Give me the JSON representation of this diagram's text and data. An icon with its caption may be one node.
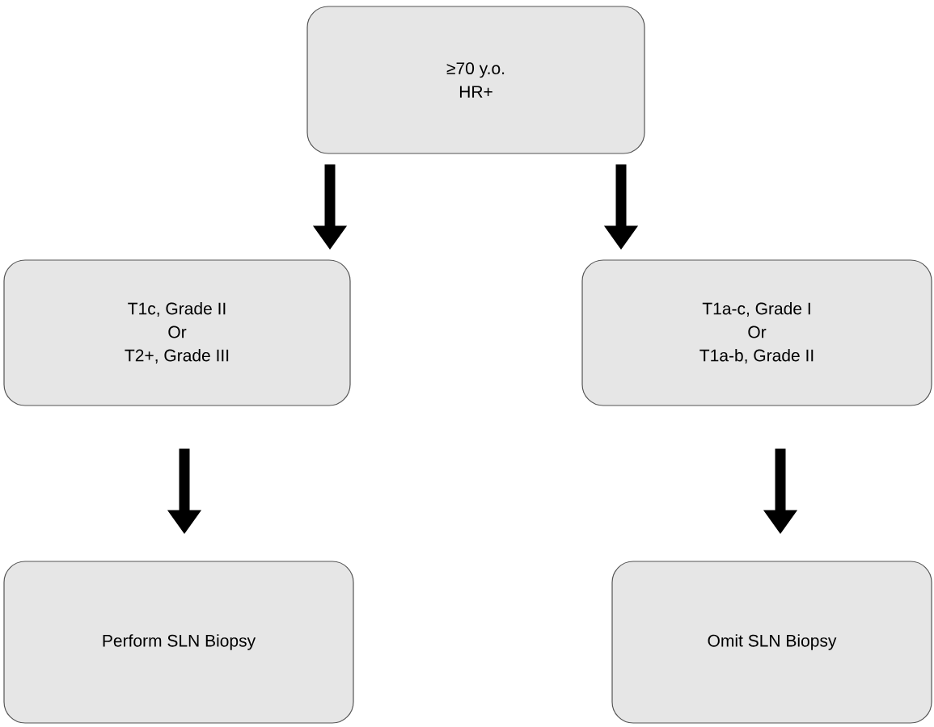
{
  "diagram": {
    "nodes": [
      {
        "text": [
          "≥70 y.o.",
          "HR+"
        ]
      },
      {
        "text": [
          "T1c, Grade II",
          "Or",
          "T2+, Grade III"
        ]
      },
      {
        "text": [
          "T1a-c, Grade I",
          "Or",
          "T1a-b, Grade II"
        ]
      },
      {
        "text": [
          "Perform SLN Biopsy"
        ]
      },
      {
        "text": [
          "Omit SLN Biopsy"
        ]
      }
    ],
    "edges": [
      {
        "from": 0,
        "to": 1,
        "arrow": "to"
      },
      {
        "from": 0,
        "to": 2,
        "arrow": "to"
      },
      {
        "from": 1,
        "to": 3,
        "arrow": "to"
      },
      {
        "from": 2,
        "to": 4,
        "arrow": "to"
      }
    ]
  }
}
